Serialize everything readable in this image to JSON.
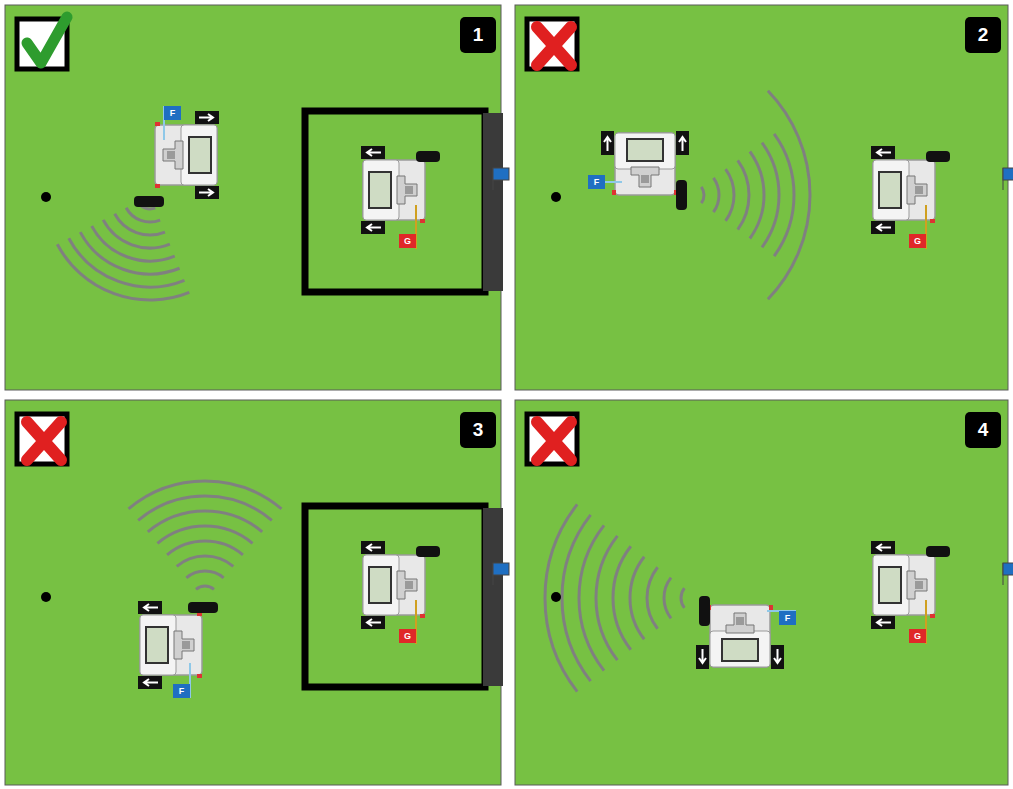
{
  "diagram": {
    "labels": [
      "1",
      "F",
      "G",
      "2",
      "F",
      "G",
      "3",
      "F",
      "G",
      "4",
      "F",
      "G"
    ]
  }
}
